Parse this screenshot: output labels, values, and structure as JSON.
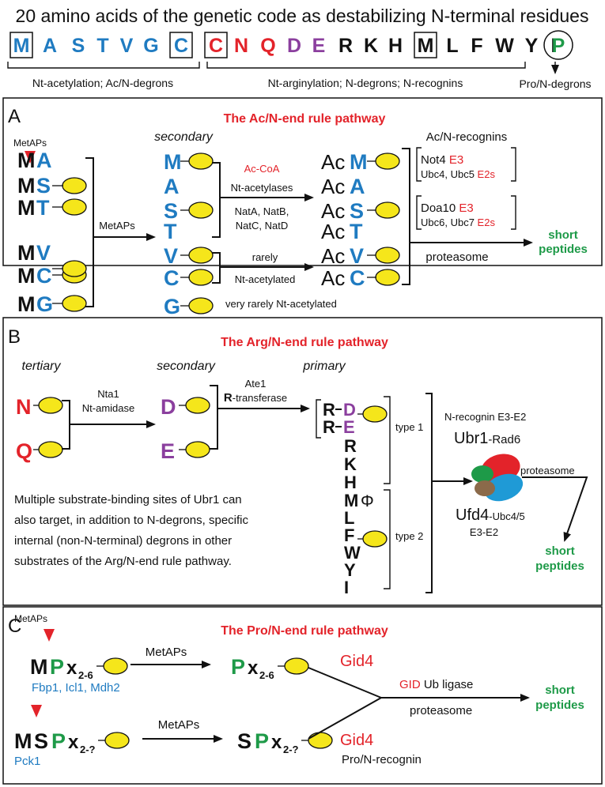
{
  "header": {
    "title": "20 amino acids of the genetic code as destabilizing N-terminal residues",
    "residues": [
      {
        "c": "M",
        "col": "#1f7bc1",
        "box": "square"
      },
      {
        "c": "A",
        "col": "#1f7bc1"
      },
      {
        "c": "S",
        "col": "#1f7bc1"
      },
      {
        "c": "T",
        "col": "#1f7bc1"
      },
      {
        "c": "V",
        "col": "#1f7bc1"
      },
      {
        "c": "G",
        "col": "#1f7bc1"
      },
      {
        "c": "C",
        "col": "#1f7bc1",
        "box": "square"
      },
      {
        "c": "C",
        "col": "#e3232a",
        "box": "square"
      },
      {
        "c": "N",
        "col": "#e3232a"
      },
      {
        "c": "Q",
        "col": "#e3232a"
      },
      {
        "c": "D",
        "col": "#8b3f9e"
      },
      {
        "c": "E",
        "col": "#8b3f9e"
      },
      {
        "c": "R",
        "col": "#111111"
      },
      {
        "c": "K",
        "col": "#111111"
      },
      {
        "c": "H",
        "col": "#111111"
      },
      {
        "c": "M",
        "col": "#111111",
        "box": "square"
      },
      {
        "c": "L",
        "col": "#111111"
      },
      {
        "c": "F",
        "col": "#111111"
      },
      {
        "c": "W",
        "col": "#111111"
      },
      {
        "c": "Y",
        "col": "#111111"
      },
      {
        "c": "I",
        "col": "#111111"
      },
      {
        "c": "P",
        "col": "#1e9a48",
        "box": "circle"
      }
    ],
    "bracket_labels": {
      "ac": "Nt-acetylation; Ac/N-degrons",
      "arg": "Nt-arginylation; N-degrons; N-recognins",
      "pro": "Pro/N-degrons"
    }
  },
  "panelA": {
    "letter": "A",
    "title": "The Ac/N-end rule pathway",
    "metaps_top": "MetAPs",
    "secondary": "secondary",
    "metaps_arrow": "MetAPs",
    "acc_coa": "Ac-CoA",
    "nt_acetylases": "Nt-acetylases",
    "nat1": "NatA, NatB,",
    "nat2": "NatC, NatD",
    "rarely": "rarely",
    "nt_acetylated": "Nt-acetylated",
    "very_rarely": "very rarely Nt-acetylated",
    "recognins_title": "Ac/N-recognins",
    "not4": "Not4",
    "e3": "E3",
    "ubc45": "Ubc4, Ubc5",
    "e2s": "E2s",
    "doa10": "Doa10",
    "ubc67": "Ubc6, Ubc7",
    "proteasome": "proteasome",
    "short1": "short",
    "short2": "peptides",
    "ac": "Ac"
  },
  "panelB": {
    "letter": "B",
    "title": "The Arg/N-end rule pathway",
    "tertiary": "tertiary",
    "secondary": "secondary",
    "primary": "primary",
    "nta1": "Nta1",
    "nt_amidase": "Nt-amidase",
    "ate1": "Ate1",
    "r_transferase": "R-transferase",
    "type1": "type 1",
    "type2": "type 2",
    "nrecognin": "N-recognin E3-E2",
    "ubr1": "Ubr1",
    "rad6": "-Rad6",
    "proteasome": "proteasome",
    "ufd4": "Ufd4",
    "ubc45": "-Ubc4/5",
    "e3e2": "E3-E2",
    "short1": "short",
    "short2": "peptides",
    "phi": "Φ",
    "text1": "Multiple substrate-binding sites of Ubr1 can",
    "text2": "also target, in addition to N-degrons, specific",
    "text3": "internal (non-N-terminal) degrons in other",
    "text4": "substrates of the Arg/N-end rule pathway."
  },
  "panelC": {
    "letter": "C",
    "title": "The Pro/N-end rule pathway",
    "metaps_top": "MetAPs",
    "metaps1": "MetAPs",
    "metaps2": "MetAPs",
    "sub1": "2-6",
    "sub2": "2-?",
    "fbp": "Fbp1, Icl1, Mdh2",
    "pck": "Pck1",
    "gid4a": "Gid4",
    "gid4b": "Gid4",
    "gid": "GID",
    "ub_ligase": "Ub ligase",
    "proteasome": "proteasome",
    "pro_recognin": "Pro/N-recognin",
    "short1": "short",
    "short2": "peptides"
  }
}
